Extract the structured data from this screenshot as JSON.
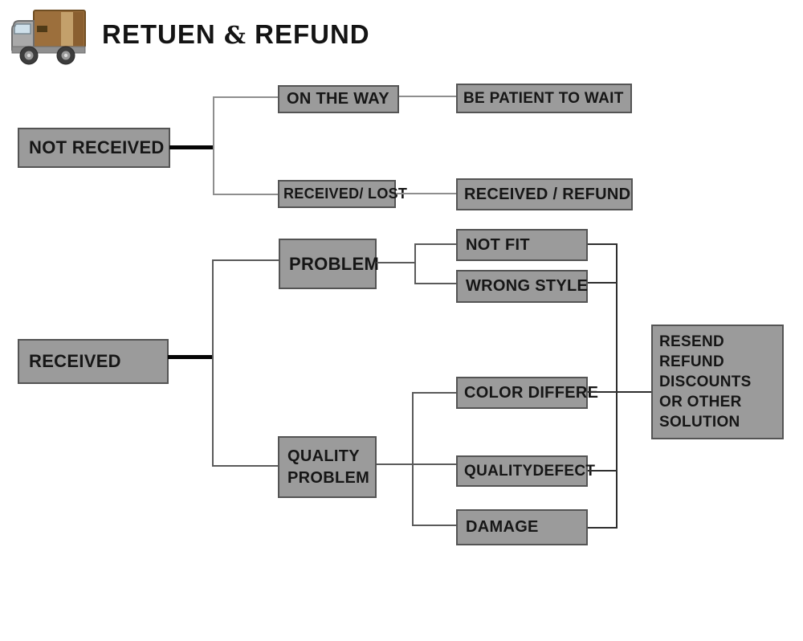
{
  "title": {
    "part1": "RETUEN",
    "ampersand": "&",
    "part2": "REFUND"
  },
  "icon": {
    "name": "delivery-truck"
  },
  "colors": {
    "background": "#ffffff",
    "box_fill": "#9b9b9b",
    "box_border": "#545454",
    "text": "#161616",
    "connector_light": "#8e8e8e",
    "connector_mid": "#5a5a5a",
    "connector_dark": "#2e2e2e",
    "thick_connector": "#050505"
  },
  "nodes": {
    "not_received": "NOT RECEIVED",
    "on_the_way": "ON THE WAY",
    "be_patient_to_wait": "BE PATIENT TO WAIT",
    "received_lost": "RECEIVED/ LOST",
    "received_refund": "RECEIVED / REFUND",
    "received": "RECEIVED",
    "problem": "PROBLEM",
    "not_fit": "NOT FIT",
    "wrong_style": "WRONG STYLE",
    "quality_problem_line1": "QUALITY",
    "quality_problem_line2": "PROBLEM",
    "color_differe": "COLOR DIFFERE",
    "qualitydefect": "QUALITYDEFECT",
    "damage": "DAMAGE",
    "solution_line1": "RESEND",
    "solution_line2": "REFUND",
    "solution_line3": "DISCOUNTS",
    "solution_line4": "OR OTHER",
    "solution_line5": "SOLUTION"
  }
}
